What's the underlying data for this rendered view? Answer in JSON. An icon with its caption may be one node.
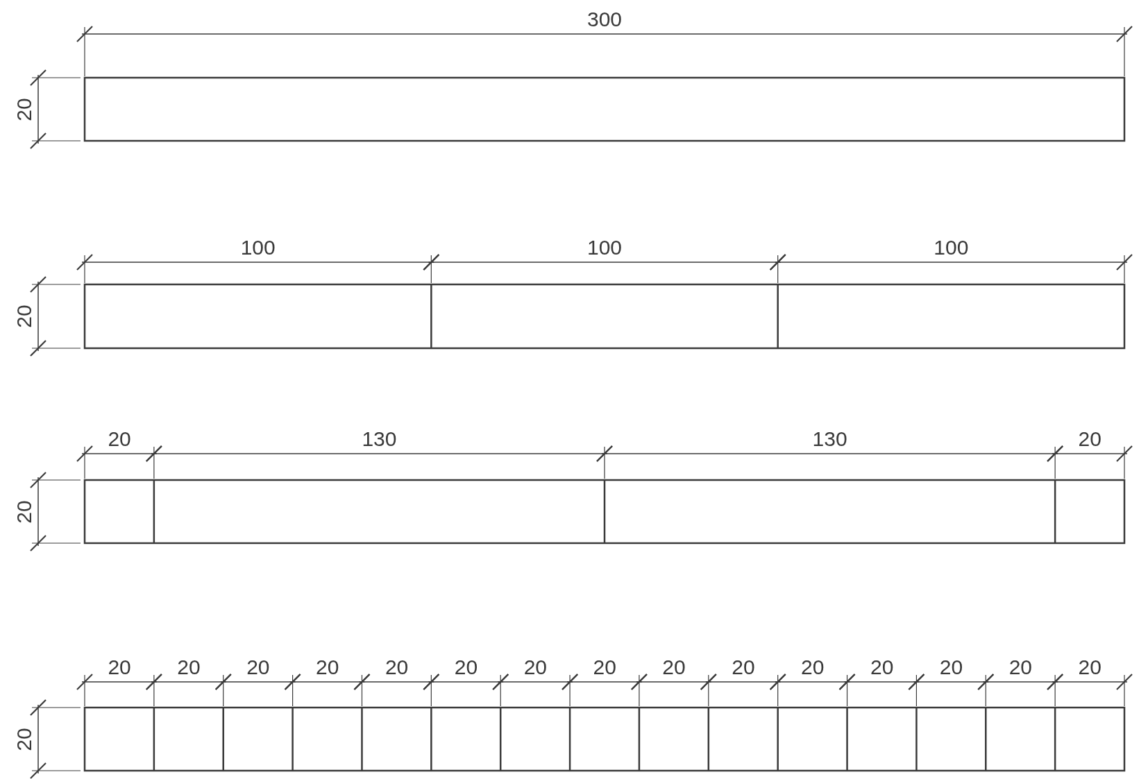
{
  "diagram": {
    "labels": [
      "300",
      "20",
      "100",
      "100",
      "100",
      "20",
      "20",
      "130",
      "130",
      "20",
      "20",
      "20",
      "20",
      "20",
      "20",
      "20",
      "20",
      "20",
      "20",
      "20",
      "20",
      "20",
      "20",
      "20",
      "20",
      "20",
      "20"
    ]
  }
}
